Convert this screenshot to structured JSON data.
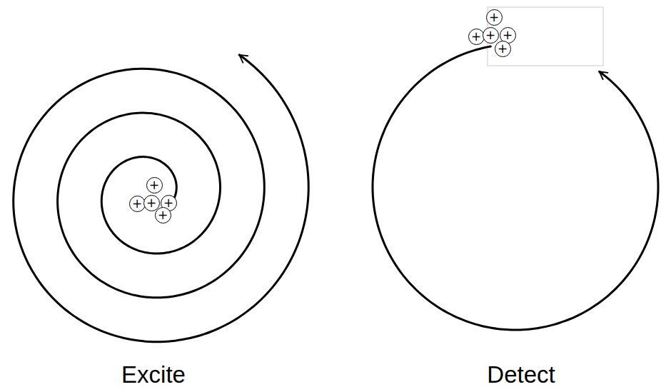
{
  "diagram": {
    "nodes": [
      {
        "text": [
          "+"
        ]
      },
      {
        "text": [
          "+"
        ]
      },
      {
        "text": [
          "+"
        ]
      },
      {
        "text": [
          "+"
        ]
      },
      {
        "text": [
          "+"
        ]
      },
      {
        "text": [
          "+"
        ]
      },
      {
        "text": [
          "+"
        ]
      },
      {
        "text": [
          "+"
        ]
      },
      {
        "text": [
          "+"
        ]
      },
      {
        "text": [
          "+"
        ]
      }
    ],
    "labels": [
      "Excite",
      "Detect"
    ]
  }
}
